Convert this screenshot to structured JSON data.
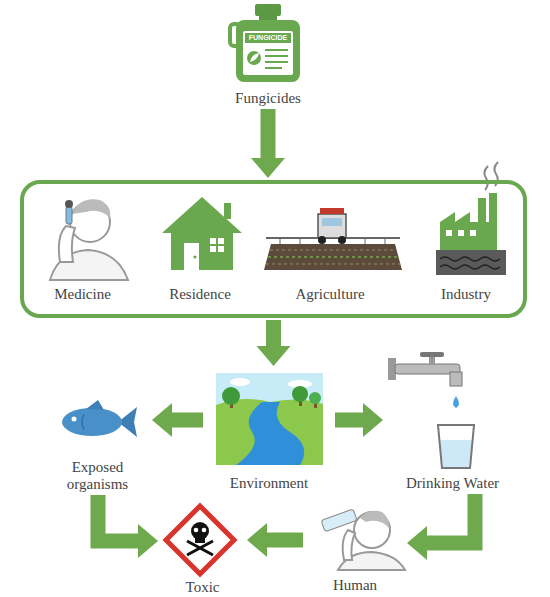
{
  "diagram": {
    "nodes": [
      {
        "text": [
          "Fungicides"
        ]
      },
      {
        "text": []
      },
      {
        "text": [
          "Medicine"
        ],
        "in": 1
      },
      {
        "text": [
          "Residence"
        ],
        "in": 1
      },
      {
        "text": [
          "Agriculture"
        ],
        "in": 1
      },
      {
        "text": [
          "Industry"
        ],
        "in": 1
      },
      {
        "text": [
          "Environment"
        ]
      },
      {
        "text": [
          "Exposed organisms"
        ]
      },
      {
        "text": [
          "Drinking Water"
        ]
      },
      {
        "text": [
          "Human"
        ]
      },
      {
        "text": [
          "Toxic"
        ]
      }
    ],
    "edges": [
      {
        "from": 0,
        "to": 1,
        "arrow": "to"
      },
      {
        "from": 1,
        "to": 6,
        "arrow": "to"
      },
      {
        "from": 6,
        "to": 7,
        "arrow": "to"
      },
      {
        "from": 6,
        "to": 8,
        "arrow": "to"
      },
      {
        "from": 8,
        "to": 9,
        "arrow": "to"
      },
      {
        "from": 9,
        "to": 10,
        "arrow": "to"
      },
      {
        "from": 7,
        "to": 10,
        "arrow": "to"
      }
    ],
    "labels": [
      "FUNGICIDE"
    ]
  }
}
